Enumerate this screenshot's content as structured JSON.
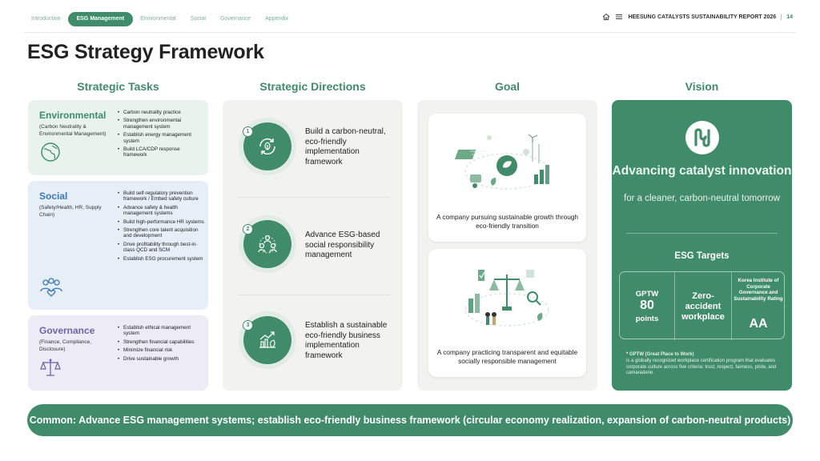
{
  "nav": {
    "tabs": [
      {
        "label": "Introduction"
      },
      {
        "label": "ESG Management"
      },
      {
        "label": "Environmental"
      },
      {
        "label": "Social"
      },
      {
        "label": "Governance"
      },
      {
        "label": "Appendix"
      }
    ],
    "active_tab": "ESG Management",
    "report_title": "HEESUNG CATALYSTS SUSTAINABILITY REPORT 2026",
    "page_number": "14"
  },
  "page_title": "ESG Strategy Framework",
  "columns": {
    "tasks": "Strategic Tasks",
    "directions": "Strategic Directions",
    "goal": "Goal",
    "vision": "Vision"
  },
  "tasks": {
    "environmental": {
      "title": "Environmental",
      "subtitle": "(Carbon Neutrality & Environmental Management)",
      "items": [
        "Carbon neutrality practice",
        "Strengthen environmental management system",
        "Establish energy management system",
        "Build LCA/CDP response framework"
      ]
    },
    "social": {
      "title": "Social",
      "subtitle": "(Safety/Health, HR, Supply Chain)",
      "items": [
        "Build self-regulatory prevention framework / Embed safety culture",
        "Advance safety & health management systems",
        "Build high-performance HR systems",
        "Strengthen core talent acquisition and development",
        "Drive profitability through best-in-class QCD and SCM",
        "Establish ESG procurement system"
      ]
    },
    "governance": {
      "title": "Governance",
      "subtitle": "(Finance, Compliance, Disclosure)",
      "items": [
        "Establish ethical management system",
        "Strengthen financial capabilities",
        "Minimize financial risk",
        "Drive sustainable growth"
      ]
    }
  },
  "directions": [
    {
      "num": "1",
      "text": "Build a carbon-neutral, eco-friendly implementation framework"
    },
    {
      "num": "2",
      "text": "Advance ESG-based social responsibility management"
    },
    {
      "num": "3",
      "text": "Establish a sustainable eco-friendly business implementation framework"
    }
  ],
  "goals": [
    {
      "text": "A company pursuing sustainable growth through eco-friendly transition"
    },
    {
      "text": "A company practicing transparent and equitable socially responsible management"
    }
  ],
  "vision": {
    "main": "Advancing catalyst innovation",
    "sub": "for a cleaner, carbon-neutral tomorrow",
    "targets_title": "ESG Targets",
    "gptw_label": "GPTW",
    "gptw_value": "80",
    "gptw_unit": "points",
    "zero_accident": "Zero-accident workplace",
    "korea_institute": "Korea Institute of Corporate Governance and Sustainability Rating",
    "rating": "AA",
    "note_title": "* GPTW (Great Place to Work)",
    "note_body": "is a globally recognized workplace certification program that evaluates corporate culture across five criteria: trust, respect, fairness, pride, and camaraderie."
  },
  "common": "Common: Advance ESG management systems; establish eco-friendly business framework (circular economy realization, expansion of carbon-neutral products)",
  "colors": {
    "brand_green": "#3f8b6a",
    "env_bg": "#e7f3ec",
    "social_bg": "#e6eef8",
    "gov_bg": "#ecebf6",
    "social_blue": "#3c78b5",
    "gov_purple": "#6b64a8"
  },
  "icons": [
    "home-icon",
    "menu-icon",
    "globe-leaf-icon",
    "people-heart-icon",
    "scales-icon",
    "leaf-cycle-icon",
    "people-network-icon",
    "growth-chart-icon",
    "company-logo"
  ]
}
